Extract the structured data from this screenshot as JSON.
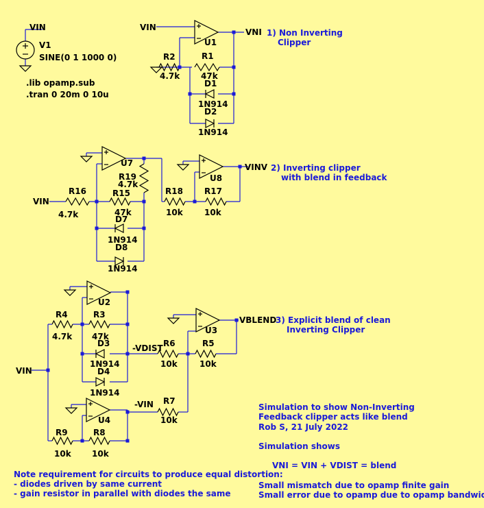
{
  "labels": {
    "vin_top": "VIN",
    "v1_name": "V1",
    "v1_value": "SINE(0 1 1000 0)",
    "lib": ".lib opamp.sub",
    "tran": ".tran 0 20m 0 10u",
    "vin_u1": "VIN",
    "vni": "VNI",
    "u1": "U1",
    "r2": "R2",
    "r2_val": "4.7k",
    "r1": "R1",
    "r1_val": "47k",
    "d1": "D1",
    "d1_val": "1N914",
    "d2": "D2",
    "d2_val": "1N914",
    "u7": "U7",
    "r19": "R19",
    "r19_val": "4.7k",
    "vinv": "VINV",
    "u8": "U8",
    "vin_mid": "VIN",
    "r16": "R16",
    "r16_val": "4.7k",
    "r15": "R15",
    "r15_val": "47k",
    "d7": "D7",
    "d7_val": "1N914",
    "d8": "D8",
    "d8_val": "1N914",
    "r18": "R18",
    "r18_val": "10k",
    "r17": "R17",
    "r17_val": "10k",
    "u2": "U2",
    "r4": "R4",
    "r4_val": "4.7k",
    "r3": "R3",
    "r3_val": "47k",
    "d3": "D3",
    "d3_val": "1N914",
    "d4": "D4",
    "d4_val": "1N914",
    "vdist": "-VDIST",
    "r6": "R6",
    "r6_val": "10k",
    "r5": "R5",
    "r5_val": "10k",
    "u3": "U3",
    "vblend": "VBLEND",
    "vin_bot": "VIN",
    "u4": "U4",
    "minus_vin": "-VIN",
    "r7": "R7",
    "r7_val": "10k",
    "r9": "R9",
    "r9_val": "10k",
    "r8": "R8",
    "r8_val": "10k"
  },
  "notes": {
    "n1_line1": "1) Non Inverting",
    "n1_line2": "Clipper",
    "n2_line1": "2) Inverting clipper",
    "n2_line2": "with blend in feedback",
    "n3_line1": "3) Explicit blend of clean",
    "n3_line2": "Inverting Clipper",
    "sim_line1": "Simulation to show Non-Inverting",
    "sim_line2": "Feedback clipper acts like blend",
    "sim_line3": "Rob S, 21 July 2022",
    "sim_shows": "Simulation shows",
    "equation": "VNI = VIN + VDIST = blend",
    "err1": "Small mismatch due to opamp finite gain",
    "err2": "Small error due to opamp due to opamp bandwidth",
    "req_line1": "Note requirement for circuits to produce equal distortion:",
    "req_line2": "- diodes driven by same current",
    "req_line3": "- gain resistor in parallel with diodes the same"
  },
  "colors": {
    "background": "#fffa9d",
    "wire": "#1a1ad8",
    "component": "#000000",
    "note_text": "#1a1ad8"
  }
}
